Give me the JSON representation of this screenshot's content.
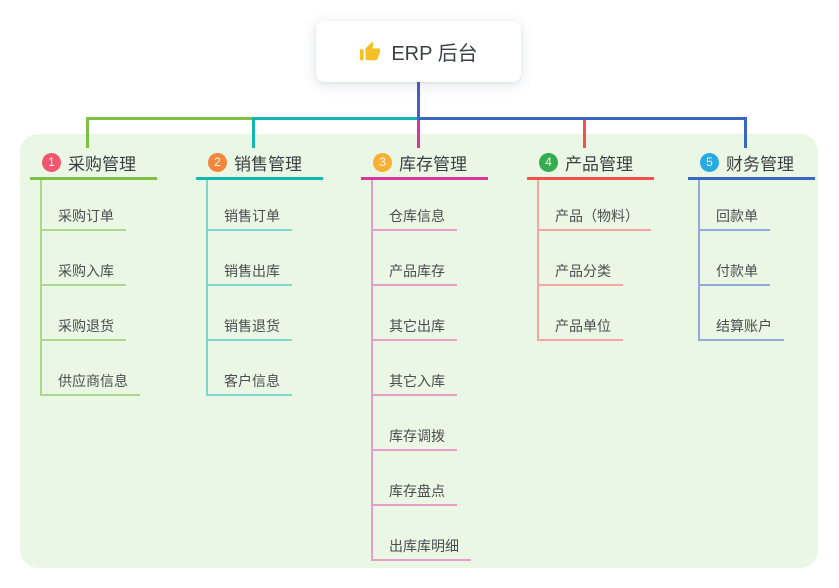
{
  "root": {
    "label": "ERP 后台",
    "icon": "thumbs-up",
    "emoji": "👍"
  },
  "branches": [
    {
      "index": "1",
      "label": "采购管理",
      "badge_color": "#f1566f",
      "line_color": "#7cc143",
      "light_line_color": "#aed68c",
      "children": [
        "采购订单",
        "采购入库",
        "采购退货",
        "供应商信息"
      ]
    },
    {
      "index": "2",
      "label": "销售管理",
      "badge_color": "#f0873c",
      "line_color": "#13b7b1",
      "light_line_color": "#82d4cf",
      "children": [
        "销售订单",
        "销售出库",
        "销售退货",
        "客户信息"
      ]
    },
    {
      "index": "3",
      "label": "库存管理",
      "badge_color": "#f9b033",
      "line_color": "#d6379b",
      "light_line_color": "#ea9cca",
      "children": [
        "仓库信息",
        "产品库存",
        "其它出库",
        "其它入库",
        "库存调拨",
        "库存盘点",
        "出库库明细"
      ]
    },
    {
      "index": "4",
      "label": "产品管理",
      "badge_color": "#35ac4e",
      "line_color": "#f4524d",
      "light_line_color": "#f8a5a2",
      "children": [
        "产品（物料）",
        "产品分类",
        "产品单位"
      ]
    },
    {
      "index": "5",
      "label": "财务管理",
      "badge_color": "#29abe2",
      "line_color": "#3a67c2",
      "light_line_color": "#93a9da",
      "children": [
        "回款单",
        "付款单",
        "结算账户"
      ]
    }
  ],
  "colors": {
    "panel_bg": "#ebf7e5",
    "root_stem": "#4d5bc9",
    "thumb_fill": "#f6c025",
    "title_text": "#3b3e42",
    "child_text": "#4a4d50"
  }
}
